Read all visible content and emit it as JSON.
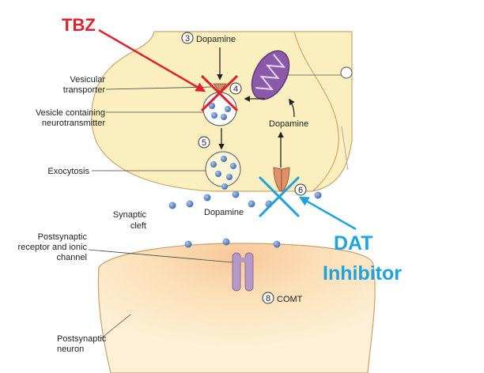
{
  "labels": {
    "tbz": "TBZ",
    "dopamine_top": "Dopamine",
    "vesicular_transporter_1": "Vesicular",
    "vesicular_transporter_2": "transporter",
    "vesicle_containing_1": "Vesicle containing",
    "vesicle_containing_2": "neurotransmitter",
    "dopamine_right": "Dopamine",
    "exocytosis": "Exocytosis",
    "synaptic_1": "Synaptic",
    "synaptic_2": "cleft",
    "dopamine_cleft": "Dopamine",
    "postsyn_receptor_1": "Postsynaptic",
    "postsyn_receptor_2": "receptor and ionic",
    "postsyn_receptor_3": "channel",
    "dat_1": "DAT",
    "dat_2": "Inhibitor",
    "comt": "COMT",
    "postsyn_neuron_1": "Postsynaptic",
    "postsyn_neuron_2": "neuron"
  },
  "steps": {
    "s3": "3",
    "s4": "4",
    "s5": "5",
    "s6": "6",
    "s8": "8"
  },
  "colors": {
    "tbz_red": "#e0202a",
    "dat_blue": "#1fa3dc",
    "neuron_fill": "#fbefc0",
    "post_fill": "#fbe0b4",
    "dot": "#4a78b8",
    "mito": "#8a5aa8",
    "receptor": "#b49ac4",
    "transporter": "#e0906a"
  }
}
